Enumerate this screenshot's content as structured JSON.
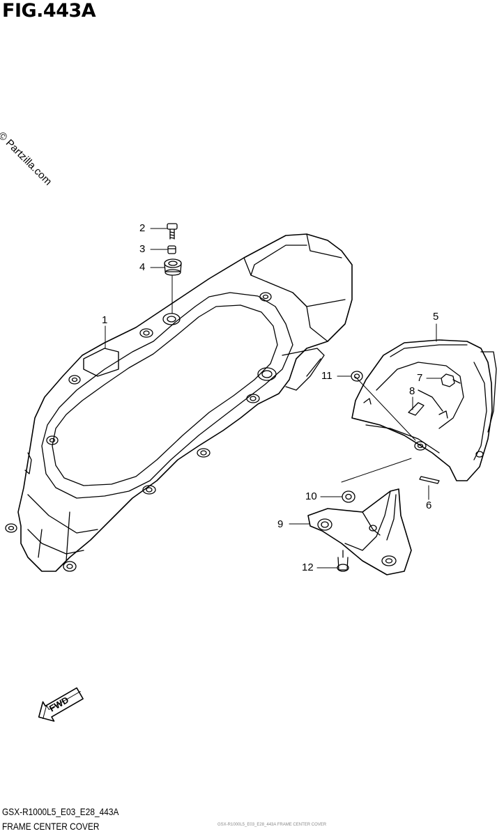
{
  "figure": {
    "title": "FIG.443A",
    "watermark": "© Partzilla.com",
    "model_code": "GSX-R1000L5_E03_E28_443A",
    "caption": "FRAME CENTER COVER",
    "fine_print": "GSX-R1000L5_E03_E28_443A FRAME CENTER COVER"
  },
  "fwd_label": "FWD",
  "callouts": {
    "c1": "1",
    "c2": "2",
    "c3": "3",
    "c4": "4",
    "c5": "5",
    "c6": "6",
    "c7": "7",
    "c8": "8",
    "c9": "9",
    "c10": "10",
    "c11": "11",
    "c12": "12"
  },
  "colors": {
    "line": "#000000",
    "background": "#ffffff"
  }
}
